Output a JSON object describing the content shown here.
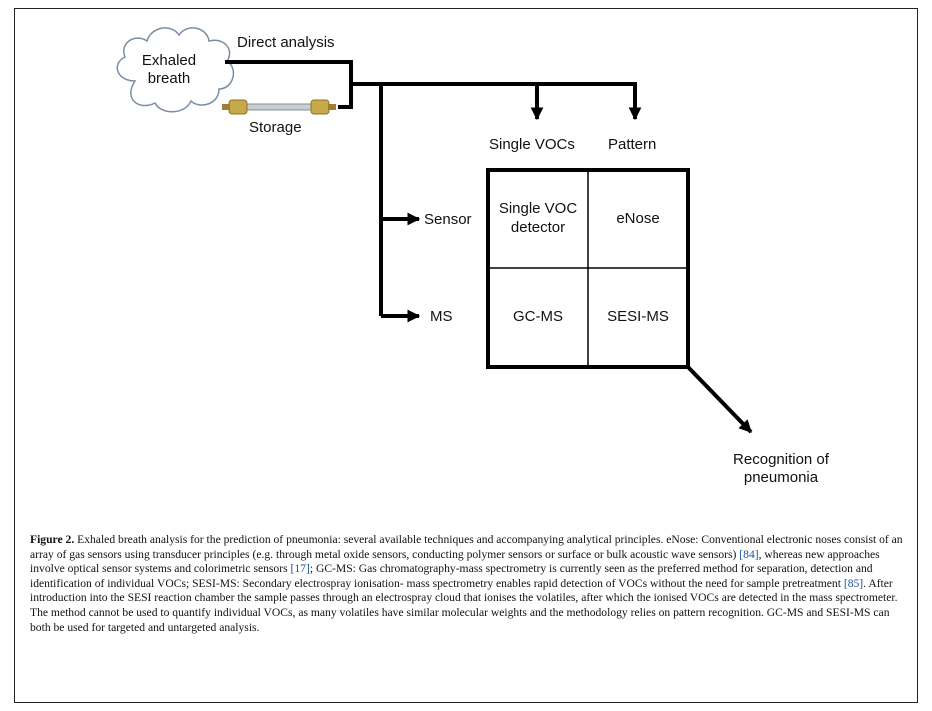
{
  "diagram": {
    "exhaled_breath": "Exhaled\nbreath",
    "direct_analysis": "Direct analysis",
    "storage": "Storage",
    "col_single_vocs": "Single VOCs",
    "col_pattern": "Pattern",
    "row_sensor": "Sensor",
    "row_ms": "MS",
    "cell_single_voc_detector": "Single VOC\ndetector",
    "cell_enose": "eNose",
    "cell_gc_ms": "GC-MS",
    "cell_sesi_ms": "SESI-MS",
    "outcome": "Recognition of\npneumonia",
    "icons": [
      "cloud-icon",
      "storage-tube-icon",
      "arrow-icon"
    ]
  },
  "caption": {
    "title": "Figure 2.",
    "text_1": " Exhaled breath analysis for the prediction of pneumonia: several available techniques and accompanying analytical principles. eNose: Conventional electronic noses consist of an array of gas sensors using transducer principles (e.g. through metal oxide sensors, conducting polymer sensors or surface or bulk acoustic wave sensors) ",
    "ref_1": "[84]",
    "text_2": ", whereas new approaches involve optical sensor systems and colorimetric sensors ",
    "ref_2": "[17]",
    "text_3": "; GC-MS: Gas chromatography-mass spectrometry is currently seen as the preferred method for separation, detection and identification of individual VOCs; SESI-MS: Secondary electrospray ionisation- mass spectrometry enables rapid detection of VOCs without the need for sample pretreatment ",
    "ref_3": "[85]",
    "text_4": ". After introduction into the SESI reaction chamber the sample passes through an electrospray cloud that ionises the volatiles, after which the ionised VOCs are detected in the mass spectrometer. The method cannot be used to quantify individual VOCs, as many volatiles have similar molecular weights and the methodology relies on pattern recognition. GC-MS and SESI-MS can both be used for targeted and untargeted analysis."
  }
}
